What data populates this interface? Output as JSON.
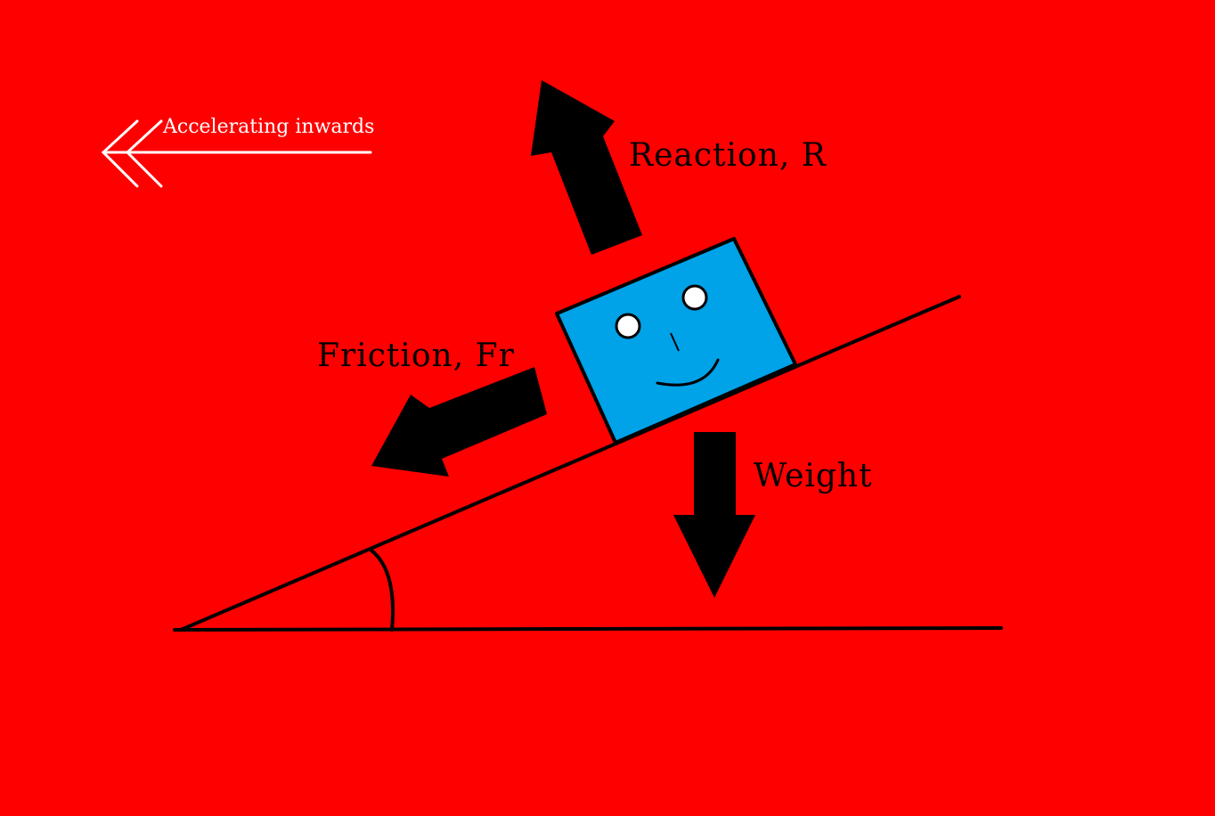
{
  "diagram": {
    "labels": {
      "accelerating": "Accelerating inwards",
      "reaction": "Reaction, R",
      "friction": "Friction, Fr",
      "weight": "Weight"
    },
    "colors": {
      "background": "#ff0000",
      "block": "#00a2e8",
      "ink": "#000000",
      "acceleration_arrow": "#ffffff"
    }
  }
}
